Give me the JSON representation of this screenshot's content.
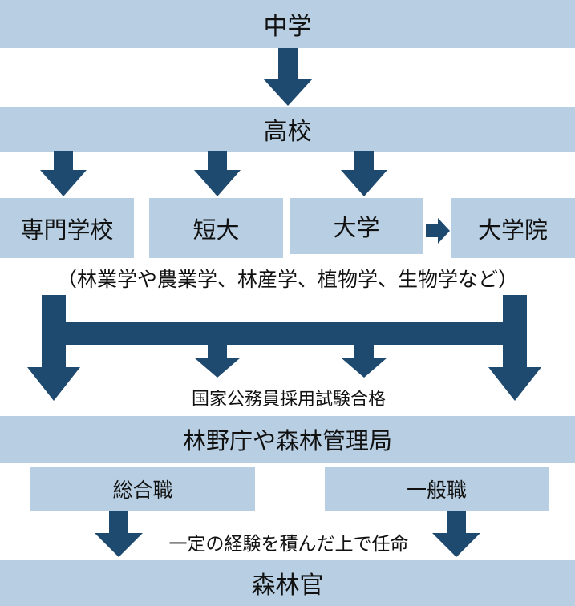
{
  "colors": {
    "box": "#b8cfe3",
    "arrow": "#1f4a70",
    "text": "#111111"
  },
  "boxes": {
    "junior_high": "中学",
    "high_school": "高校",
    "vocational_school": "専門学校",
    "junior_college": "短大",
    "university": "大学",
    "graduate_school": "大学院",
    "forestry_agency": "林野庁や森林管理局",
    "general_track": "総合職",
    "standard_track": "一般職",
    "forest_officer": "森林官"
  },
  "labels": {
    "fields_of_study": "（林業学や農業学、林産学、植物学、生物学など）",
    "exam_pass": "国家公務員採用試験合格",
    "appointment": "一定の経験を積んだ上で任命"
  }
}
